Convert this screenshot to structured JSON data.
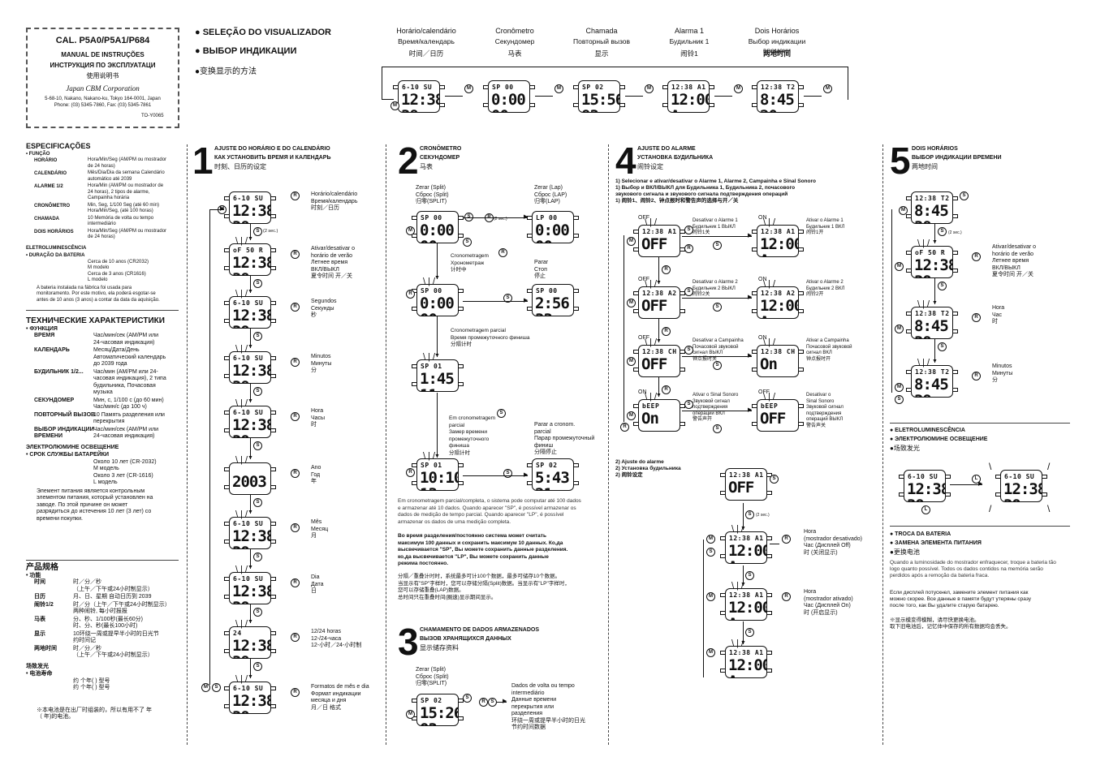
{
  "header": {
    "cal": "CAL. P5A0/P5A1/P684",
    "manual_pt": "MANUAL DE INSTRUÇÕES",
    "manual_ru": "ИНСТРУКЦИЯ ПО ЭКСПЛУАТАЦИ",
    "manual_zh": "使用说明书",
    "company": "Japan CBM Corporation",
    "address": "5-68-10, Nakano, Nakano-ku, Tokyo 164-0001, Japan",
    "phone": "Phone: (03) 5345-7860, Fax: (03) 5345-7861",
    "code": "TO-Y0065"
  },
  "display_select": {
    "pt": "SELEÇÃO DO VISUALIZADOR",
    "ru": "ВЫБОР ИНДИКАЦИИ",
    "zh": "变换显示的方法",
    "modes": [
      {
        "pt": "Horário/calendário",
        "ru": "Время/календарь",
        "zh": "时间／日历",
        "l1": "6-10 SU",
        "l2": "12:38 39"
      },
      {
        "pt": "Cronômetro",
        "ru": "Секундомер",
        "zh": "马表",
        "l1": "SP 00",
        "l2": "0:00 00"
      },
      {
        "pt": "Chamada",
        "ru": "Повторный вызов",
        "zh": "显示",
        "l1": "SP 02",
        "l2": "15:56 83"
      },
      {
        "pt": "Alarma 1",
        "ru": "Будильник 1",
        "zh": "闹铃1",
        "l1": "12:38 A1",
        "l2": "12:00 A"
      },
      {
        "pt": "Dois Horários",
        "ru": "Выбор индикации времени",
        "zh": "两地时间",
        "l1": "12:38 T2",
        "l2": "8:45 20"
      }
    ],
    "btn_m": "M"
  },
  "specs_pt": {
    "title": "ESPECIFICAÇÕES",
    "func": "• FUNÇÃO",
    "rows": [
      {
        "k": "HORÁRIO",
        "v": "Hora/Min/Seg (AM/PM ou mostrador\nde 24 horas)"
      },
      {
        "k": "CALENDÁRIO",
        "v": "Mês/Dia/Dia da semana Calendário\nautomático até 2039"
      },
      {
        "k": "ALARME 1/2",
        "v": "Hora/Min (AM/PM ou mostrador de\n24 horas), 2 tipos de alarme,\nCampainha horária"
      },
      {
        "k": "CRONÔMETRO",
        "v": "Min, Seg, 1/100 Seg (até 60 min)\nHora/Min/Seg, (até 100 horas)"
      },
      {
        "k": "CHAMADA",
        "v": "10 Memória de volta ou tempo\nintermediário"
      },
      {
        "k": "DOIS HORÁRIOS",
        "v": "Hora/Min/Seg (AM/PM ou mostrador\nde 24 horas)"
      }
    ],
    "el": "ELETROLUMINESCÊNCIA",
    "battery": "• DURAÇÃO DA BATERIA",
    "battery_v": "Cerca de 10 anos (CR2032)\nM modelo\nCerca de  3 anos (CR1616)\nL modelo",
    "note": "A bateria instalada na fábrica foi usada para\nmonitoramento. Por este motivo, ela poderá esgotar-se\nantes de 10 anos (3 anos) a contar da data da aquisição."
  },
  "specs_ru": {
    "title": "ТЕХНИЧЕСКИЕ ХАРАКТЕРИСТИКИ",
    "func": "• ФУНКЦИЯ",
    "rows": [
      {
        "k": "ВРЕМЯ",
        "v": "Час/мин/сек (AM/PM или\n24-часовая индикация)"
      },
      {
        "k": "КАЛЕНДАРЬ",
        "v": "Месяц/Дата/День\nАвтоматический календарь\nдо 2039 года"
      },
      {
        "k": "БУДИЛЬНИК 1/2...",
        "v": "Час/мин (AM/PM или 24-\nчасовая индикация), 2 типа\nбудильника, Почасовая\nмузыка"
      },
      {
        "k": "СЕКУНДОМЕР",
        "v": "Мин, с, 1/100 с (до 60 мин)\nЧас/мин/с (до 100 ч)"
      },
      {
        "k": "ПОВТОРНЫЙ ВЫЗОВ",
        "v": "10 Память разделения или\nперекрытия"
      },
      {
        "k": "ВЫБОР ИНДИКАЦИИ ВРЕМЕНИ",
        "v": "Час/мин/сек (AM/PM или\n24-часовая индикация)"
      }
    ],
    "el": "ЭЛЕКТРОЛЮМИНЕ ОСВЕЩЕНИЕ",
    "battery": "• СРОК СЛУЖБЫ БАТАРЕЙКИ",
    "battery_v": "Около 10 лет (CR-2032)\nМ модель\nОколо  3 лет (CR-1616)\nL модель",
    "note": "Элемент питания является контрольным\nэлементом питания, который установлен на\nзаводе. По этой причине он может\nразрядиться до истечения 10 лет (3 лет) со\nвремени покупки."
  },
  "specs_zh": {
    "title": "产品规格",
    "func": "• 功能",
    "rows": [
      {
        "k": "时间",
        "v": "时／分／秒\n（上午／下午或24小时制显示）"
      },
      {
        "k": "日历",
        "v": "月、日、星期  自动日历到 2039"
      },
      {
        "k": "闹铃1/2",
        "v": "时／分（上午／下午或24小时制显示）\n两种闹铃, 每小时报报"
      },
      {
        "k": "马表",
        "v": "分、秒、1/100秒(最长60分)\n时、分、秒(最长100小时)"
      },
      {
        "k": "显示",
        "v": "10环绕一周或提早半小时的日光节\n约时间记"
      },
      {
        "k": "两地时间",
        "v": "时／分／秒\n（上午／下午或24小时制显示）"
      }
    ],
    "el": "场致发光",
    "battery": "• 电池寿命",
    "battery_v": "约   个年(          )   型号\n约   个年(          )   型号",
    "note": "※本电池是在出厂时组装的，所以有用不了   年\n（  年)的电池。"
  },
  "sec1": {
    "num": "1",
    "pt": "AJUSTE DO HORÁRIO E DO CALENDÁRIO",
    "ru": "КАК УСТАНОВИТЬ ВРЕМЯ И КАЛЕНДАРЬ",
    "zh": "时刻、日历的设定",
    "hold": "(2 sec.)",
    "steps": [
      {
        "l1": "6-10 SU",
        "l2": "12:38 39",
        "lab": "Horário/calendário\nВремя/календарь\n时刻／日历"
      },
      {
        "l1": "oF 50 R",
        "l2": "12:38 39",
        "lab": "Ativar/desativar o\n   horário de verão\nЛетнее время\n   ВКЛ/ВЫКЛ\n夏令时间 开／关"
      },
      {
        "l1": "6-10 SU",
        "l2": "12:38 39",
        "lab": "Segundos\nСекунды\n秒"
      },
      {
        "l1": "6-10 SU",
        "l2": "12:38 39",
        "lab": "Minutos\nМинуты\n分"
      },
      {
        "l1": "6-10 SU",
        "l2": "12:38 39",
        "lab": "Hora\nЧасы\n时"
      },
      {
        "l1": "",
        "l2": "2003",
        "lab": "Ano\nГод\n年"
      },
      {
        "l1": "6-10 SU",
        "l2": "12:38 39",
        "lab": "Mês\nМесяц\n月"
      },
      {
        "l1": "6-10 SU",
        "l2": "12:38 39",
        "lab": "Dia\nДата\n日"
      },
      {
        "l1": "24",
        "l2": "12:38 39",
        "lab": "12/24 horas\n12-/24-часа\n12-小时／24-小时制"
      },
      {
        "l1": "6-10 SU",
        "l2": "12:38 39",
        "lab": "Formatos de mês e dia\nФормат индикации\n   месяца и дня\n月／日 格式"
      }
    ]
  },
  "sec2": {
    "num": "2",
    "pt": "CRONÔMETRO",
    "ru": "СЕКУНДОМЕР",
    "zh": "马表",
    "split": "Zerar (Split)\nСброс (Split)\n归零(SPLIT)",
    "lap": "Zerar (Lap)\nСброс (LAP)\n归零(LAP)",
    "hold": "(2 sec.)",
    "chrono": "Cronometragem\nХронометраж\n计时中",
    "stop": "Parar\nСтоп\n停止",
    "partial": "Cronometragem parcial\nВремя промежуточного финиша\n分隔计时",
    "partial2": "Em cronometragem\n   parcial\nЗамер времени\n   промежуточного\n   финиша\n分隔计时",
    "stop2": "Parar a cronom.\n   parcial\nПарар промежуточный\n   финиш\n分隔停止",
    "d1": {
      "l1": "SP 00",
      "l2": "0:00 00"
    },
    "d2": {
      "l1": "LP 00",
      "l2": "0:00 00"
    },
    "d3": {
      "l1": "SP 00",
      "l2": "0:00 00"
    },
    "d4": {
      "l1": "SP 00",
      "l2": "2:56 33"
    },
    "d5": {
      "l1": "SP 01",
      "l2": "1:45 11"
    },
    "d6": {
      "l1": "SP 01",
      "l2": "10:10 13"
    },
    "d7": {
      "l1": "SP 02",
      "l2": "5:43 21"
    },
    "text_pt": "Em cronometragem parcial/completa, o sistema pode computar até 100 dados\ne armazenar até 10 dados. Quando aparecer \"SP\", é possível armazenar os\ndados de medição de tempo parcial. Quando aparecer \"LP\", é possível\narmazenar os dados de uma medição completa.",
    "text_ru": "Во время разделения/постоянно система может считать\nмаксимум 100 данных и сохранить максимум 10 данных. Ко,да\nвысвечивается \"SP\", Вы можете сохранить данные разделения.\nко,да высвечивается \"LP\", Вы можете сохранить данные\nрежима постоянно.",
    "text_zh": "分隔／重叠计时时，系统最多可计100个数据，最多可储存10个数据。\n当显示有\"SP\"字样时，您可以存储分隔(Split)数据。当显示有\"LP\"字样时，\n您可以存储重叠(LAP)数据。\n总时间只在重叠时间(圈速)显示期间显示。"
  },
  "sec3": {
    "num": "3",
    "pt": "CHAMAMENTO DE DADOS ARMAZENADOS",
    "ru": "ВЫЗОВ ХРАНЯЩИХСЯ ДАННЫХ",
    "zh": "显示储存资料",
    "split": "Zerar (Split)\nСброс (Split)\n归零(SPLIT)",
    "lab": "Dados de volta ou tempo\n   intermediário\nДанные времени\n   перекрытия или\n   разделения\n环绕一周或提早半小时的日光\n   节约时间数据",
    "d": {
      "l1": "SP 02",
      "l2": "15:26 83"
    }
  },
  "sec4": {
    "num": "4",
    "pt": "AJUSTE DO ALARME",
    "ru": "УСТАНОВКА БУДИЛЬНИКА",
    "zh": "闹铃设定",
    "intro": "1)  Selecionar e ativar/desativar o Alarme 1, Alarme 2, Campainha e Sinal Sonoro\n1)  Выбор и ВКЛ/ВЫКЛ для Будильника 1, Будильника 2, почасового\n     звукового сигнала и звукового сигнала подтверждения операций\n1)  闹铃1、闹铃2、钟点报时和警告声的选择与开／关",
    "off": "OFF",
    "on": "ON",
    "rows": [
      {
        "l1": "12:38 A1",
        "l2": "OFF",
        "r1": "12:38 A1",
        "r2": "12:00 A",
        "lt": "Desativar o Alarme 1\nБудильник 1 ВЫКЛ\n闹铃1关",
        "rt": "Ativar o Alarme 1\nБудильник 1 ВКЛ\n闹铃1开"
      },
      {
        "l1": "12:38 A2",
        "l2": "OFF",
        "r1": "12:38 A2",
        "r2": "12:00 A",
        "lt": "Desativar o Alarme 2\nБудильник 2 ВЫКЛ\n闹铃2关",
        "rt": "Ativar o Alarme 2\nБудильник 2 ВКЛ\n闹铃2开"
      },
      {
        "l1": "12:38 CH",
        "l2": "OFF",
        "r1": "12:38 CH",
        "r2": "On",
        "lt": "Desativar a Campainha\nПочасовой звуковой\n   сигнал ВЫКЛ\n钟点报时关",
        "rt": "Ativar a Campainha\nПочасовой звуковой\n   сигнал ВКЛ\n钟点报时开"
      },
      {
        "l1": "bEEP",
        "l2": "On",
        "r1": "bEEP",
        "r2": "OFF",
        "lt": "Ativar o Sinal Sonoro\nЗвуковой сигнал\n   подтверждения\n   операций ВКЛ\n警告声开",
        "rt": "Desativar o\n   Sinal Sonoro\nЗвуковой сигнал\n   подтверждения\n   операций ВЫКЛ\n警告声关"
      }
    ],
    "intro2": "2)  Ajuste do alarme\n2)  Установка будильника\n2)  闹铃设定",
    "hold": "(2 sec.)",
    "a1": {
      "l1": "12:38 A1",
      "l2": "OFF"
    },
    "a2": {
      "l1": "12:38 A1",
      "l2": "12:00 A"
    },
    "a3": {
      "l1": "12:38 A1",
      "l2": "12:00 A"
    },
    "a4": {
      "l1": "12:38 A1",
      "l2": "12:00 A"
    },
    "hora_off": "Hora\n(mostrador desativado)\nЧас (Дисплей Off)\n时 (关闭显示)",
    "hora_on": "Hora\n(mostrador ativado)\nЧас (Дисплей On)\n时 (开启显示)"
  },
  "sec5": {
    "num": "5",
    "pt": "DOIS HORÁRIOS",
    "ru": "ВЫБОР ИНДИКАЦИИ ВРЕМЕНИ",
    "zh": "两地时间",
    "hold": "(2 sec.)",
    "steps": [
      {
        "l1": "12:38 T2",
        "l2": "8:45 39",
        "lab": ""
      },
      {
        "l1": "oF 50 R",
        "l2": "12:38 39",
        "lab": "Ativar/desativar o\n   horário de verão\nЛетнее время\n   ВКЛ/ВЫКЛ\n夏令时间 开／关"
      },
      {
        "l1": "12:38 T2",
        "l2": "8:45 39",
        "lab": "Hora\nЧас\n时"
      },
      {
        "l1": "12:38 T2",
        "l2": "8:45 39",
        "lab": "Minutos\nМинуты\n分"
      }
    ],
    "el_pt": "● ELETROLUMINESCÊNCIA",
    "el_ru": "● ЭЛЕКТРОЛЮМИНЕ ОСВЕЩЕНИЕ",
    "el_zh": "●场致发光",
    "el_d": {
      "l1": "6-10 SU",
      "l2": "12:38 39"
    },
    "bat_pt": "● TROCA DA BATERIA",
    "bat_ru": "● ЗАМЕНА ЭЛЕМЕНТА ПИТАНИЯ",
    "bat_zh": "●更换电池",
    "bat_t_pt": "Quando a luminosidade do mostrador enfraquecer, troque a bateria tão\nlogo quanto possível. Todos os dados contidos na memória serão\nperdidos após a remoção da bateria fraca.",
    "bat_t_ru": "Если дисплей потускнел, замените элемент питания как\nможно скорее. Все данные в памяти будут утеряны сразу\nпосле того, как Вы удалите старую батарею.",
    "bat_t_zh": "※显示模变得模糊，请尽快更换电池。\n取下旧电池后，记忆体中保存的所有数据均会丢失。"
  },
  "btn": {
    "m": "M",
    "s": "S",
    "r": "R",
    "l": "L"
  }
}
